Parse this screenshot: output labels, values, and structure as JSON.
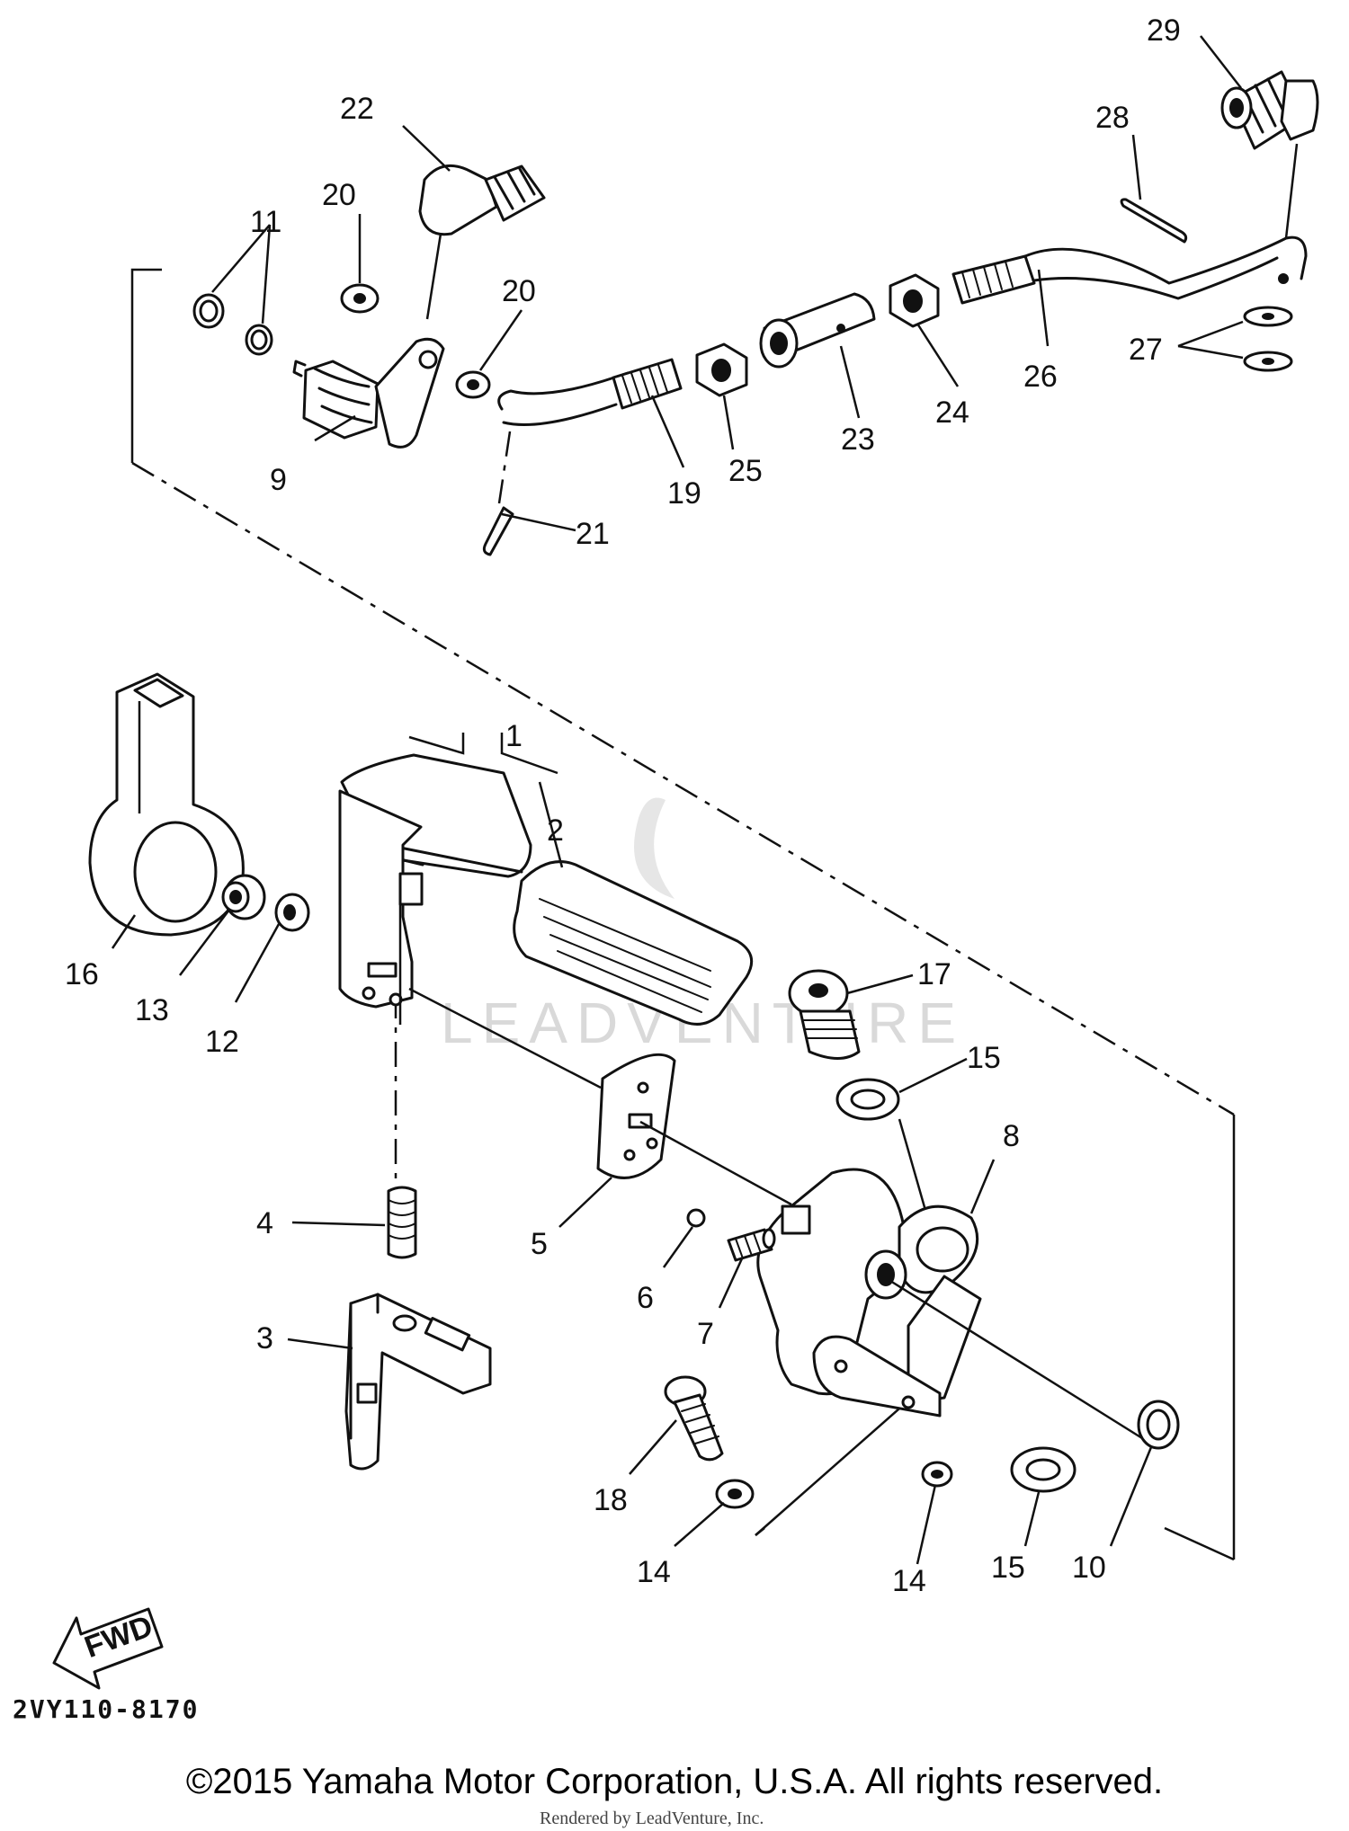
{
  "diagram_code": "2VY110-8170",
  "fwd_label": "FWD",
  "copyright": "©2015 Yamaha Motor Corporation, U.S.A. All rights reserved.",
  "rendered_by": "Rendered by LeadVenture, Inc.",
  "watermark": "LEADVENTURE",
  "callouts": {
    "p1": "1",
    "p2": "2",
    "p3": "3",
    "p4": "4",
    "p5": "5",
    "p6": "6",
    "p7": "7",
    "p8": "8",
    "p9": "9",
    "p10": "10",
    "p11": "11",
    "p12": "12",
    "p13": "13",
    "p14a": "14",
    "p14b": "14",
    "p15a": "15",
    "p15b": "15",
    "p16": "16",
    "p17": "17",
    "p18": "18",
    "p19": "19",
    "p20a": "20",
    "p20b": "20",
    "p21": "21",
    "p22": "22",
    "p23": "23",
    "p24": "24",
    "p25": "25",
    "p26": "26",
    "p27": "27",
    "p28": "28",
    "p29": "29"
  }
}
